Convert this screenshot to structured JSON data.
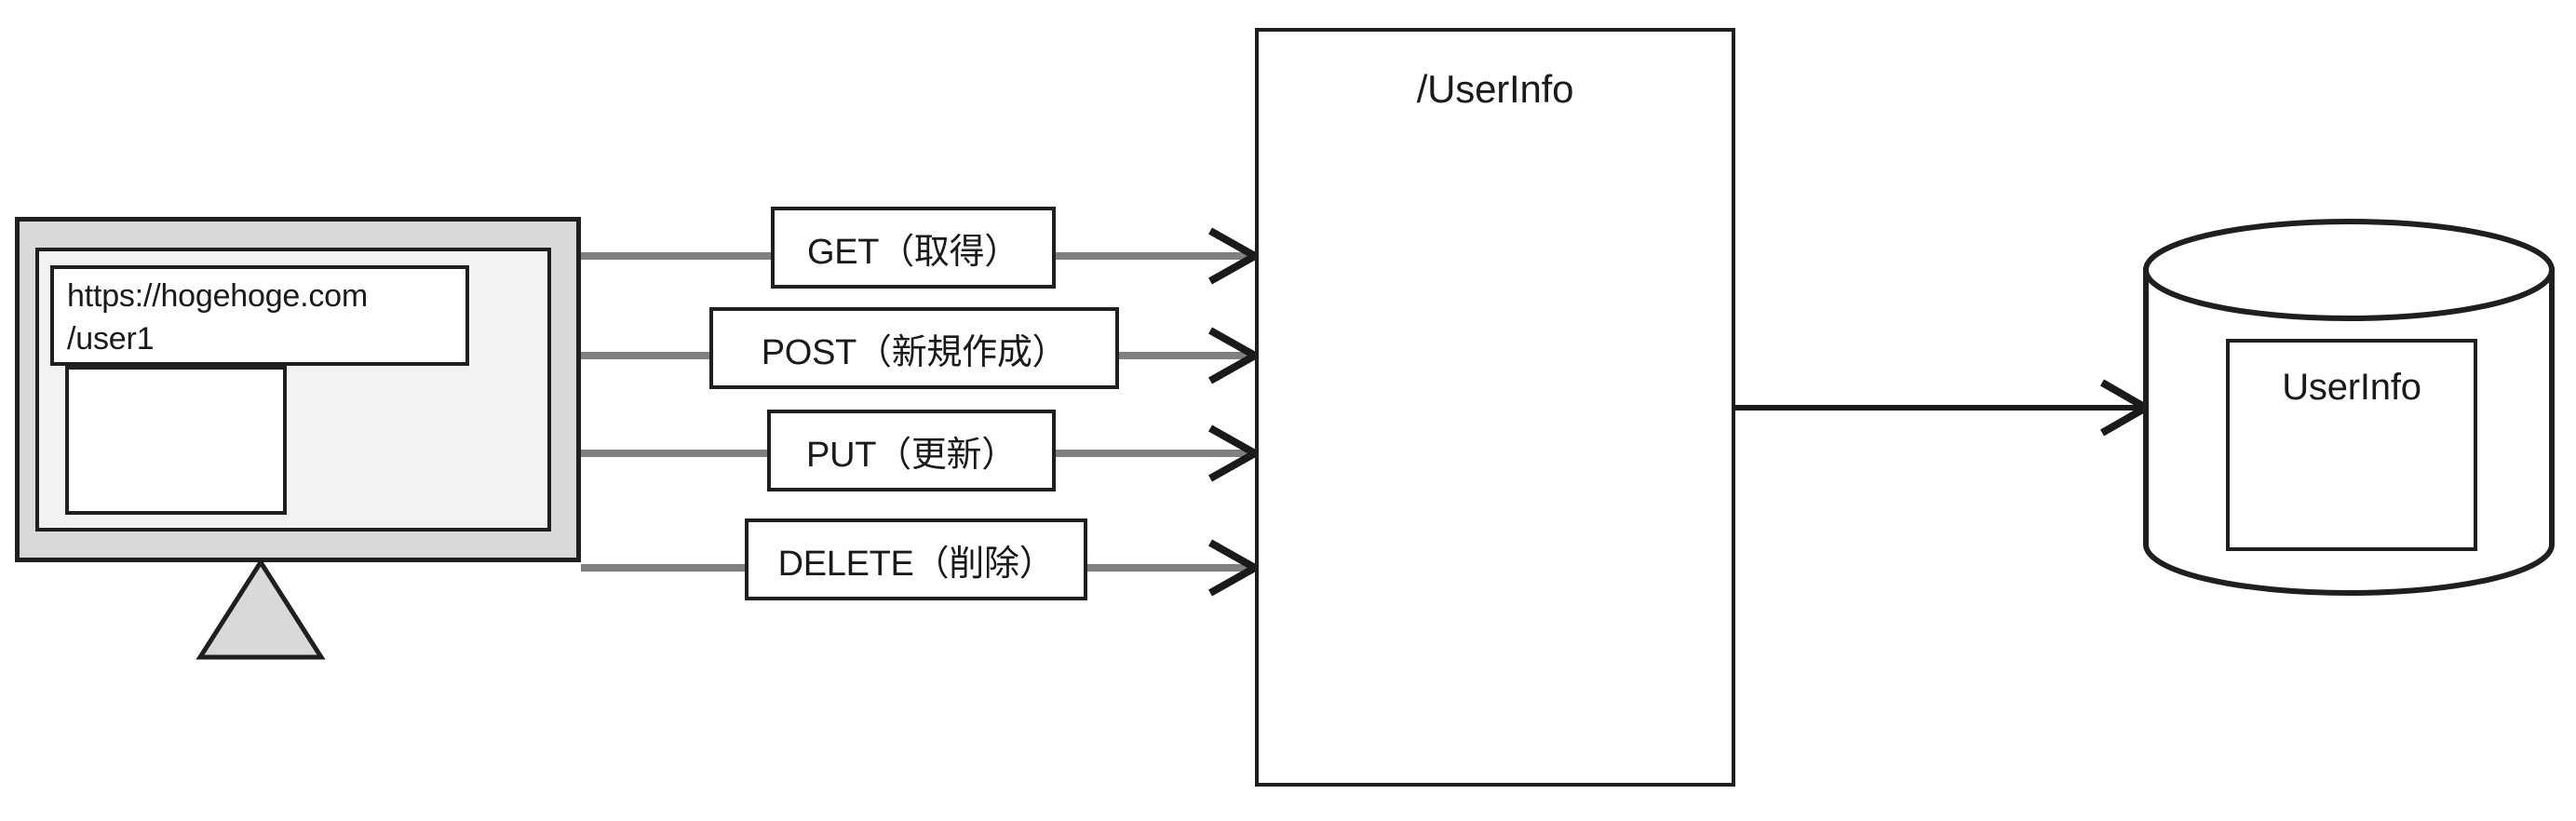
{
  "diagram": {
    "title": "REST API CRUD flow diagram",
    "colors": {
      "stroke": "#1f1f1f",
      "connector_gray": "#808080",
      "connector_dark": "#1a1a1a",
      "monitor_bezel": "#d9d9d9",
      "screen_fill": "#f2f2f2",
      "box_fill": "#ffffff",
      "stand_fill": "#d9d9d9",
      "background": "#ffffff"
    }
  },
  "client": {
    "name": "browser-monitor",
    "url_lines": [
      "https://hogehoge.com",
      "/user1"
    ],
    "content_pane_label": "",
    "stand_icon": "triangle-stand-icon"
  },
  "methods": [
    {
      "id": "get",
      "label": "GET（取得）",
      "verb": "GET",
      "japanese": "取得",
      "meaning": "retrieve"
    },
    {
      "id": "post",
      "label": "POST（新規作成）",
      "verb": "POST",
      "japanese": "新規作成",
      "meaning": "create"
    },
    {
      "id": "put",
      "label": "PUT（更新）",
      "verb": "PUT",
      "japanese": "更新",
      "meaning": "update"
    },
    {
      "id": "delete",
      "label": "DELETE（削除）",
      "verb": "DELETE",
      "japanese": "削除",
      "meaning": "delete"
    }
  ],
  "endpoint": {
    "label": "/UserInfo"
  },
  "database": {
    "shape": "cylinder",
    "table_label": "UserInfo"
  }
}
